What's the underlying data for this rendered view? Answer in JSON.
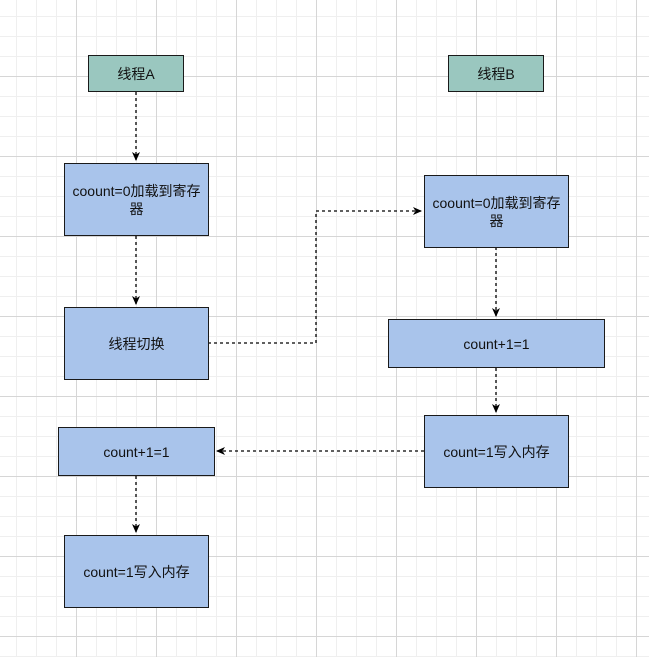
{
  "colors": {
    "header_fill": "#9ac7bf",
    "step_fill": "#a9c4eb",
    "stroke": "#1a1a1a"
  },
  "thread_a": {
    "header": "线程A",
    "load": "coount=0加载到寄存器",
    "switch": "线程切换",
    "add": "count+1=1",
    "write": "count=1写入内存"
  },
  "thread_b": {
    "header": "线程B",
    "load": "coount=0加载到寄存器",
    "add": "count+1=1",
    "write": "count=1写入内存"
  }
}
